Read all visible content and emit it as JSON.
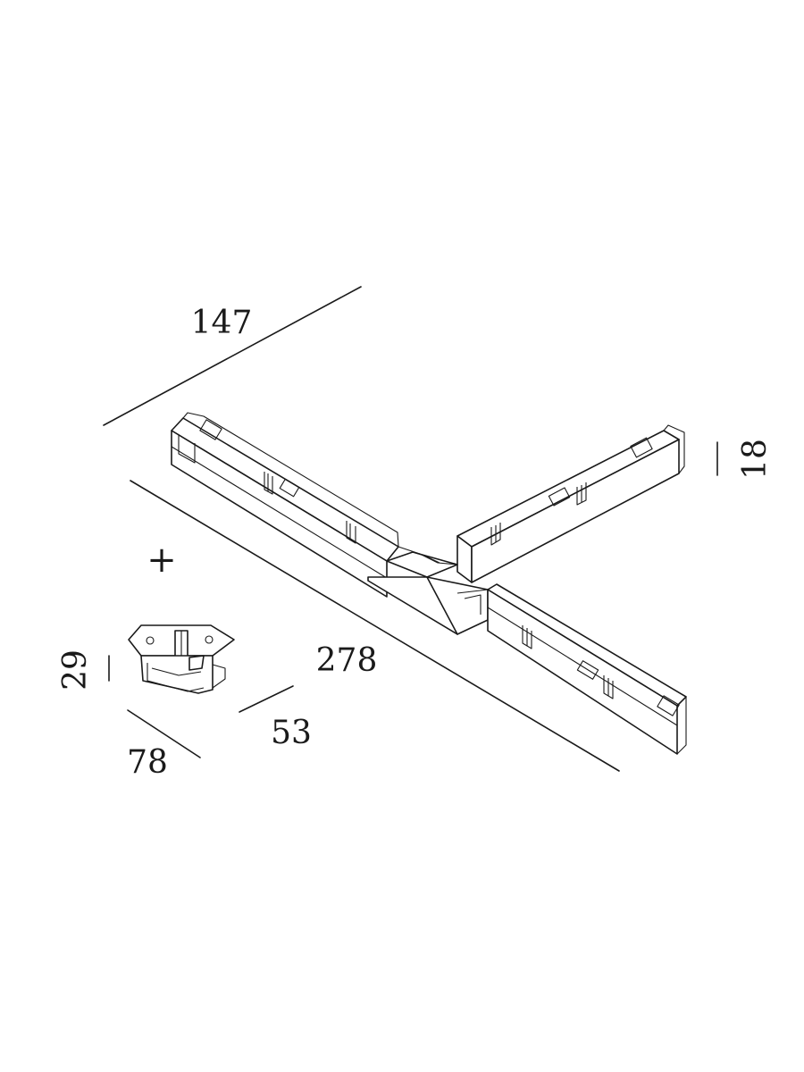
{
  "dimensions": {
    "top_width": "147",
    "height": "18",
    "length": "278",
    "plus_sign": "+",
    "accessory_height": "29",
    "accessory_depth": "53",
    "accessory_width": "78"
  },
  "colors": {
    "line": "#1a1a1a",
    "background": "#ffffff"
  }
}
